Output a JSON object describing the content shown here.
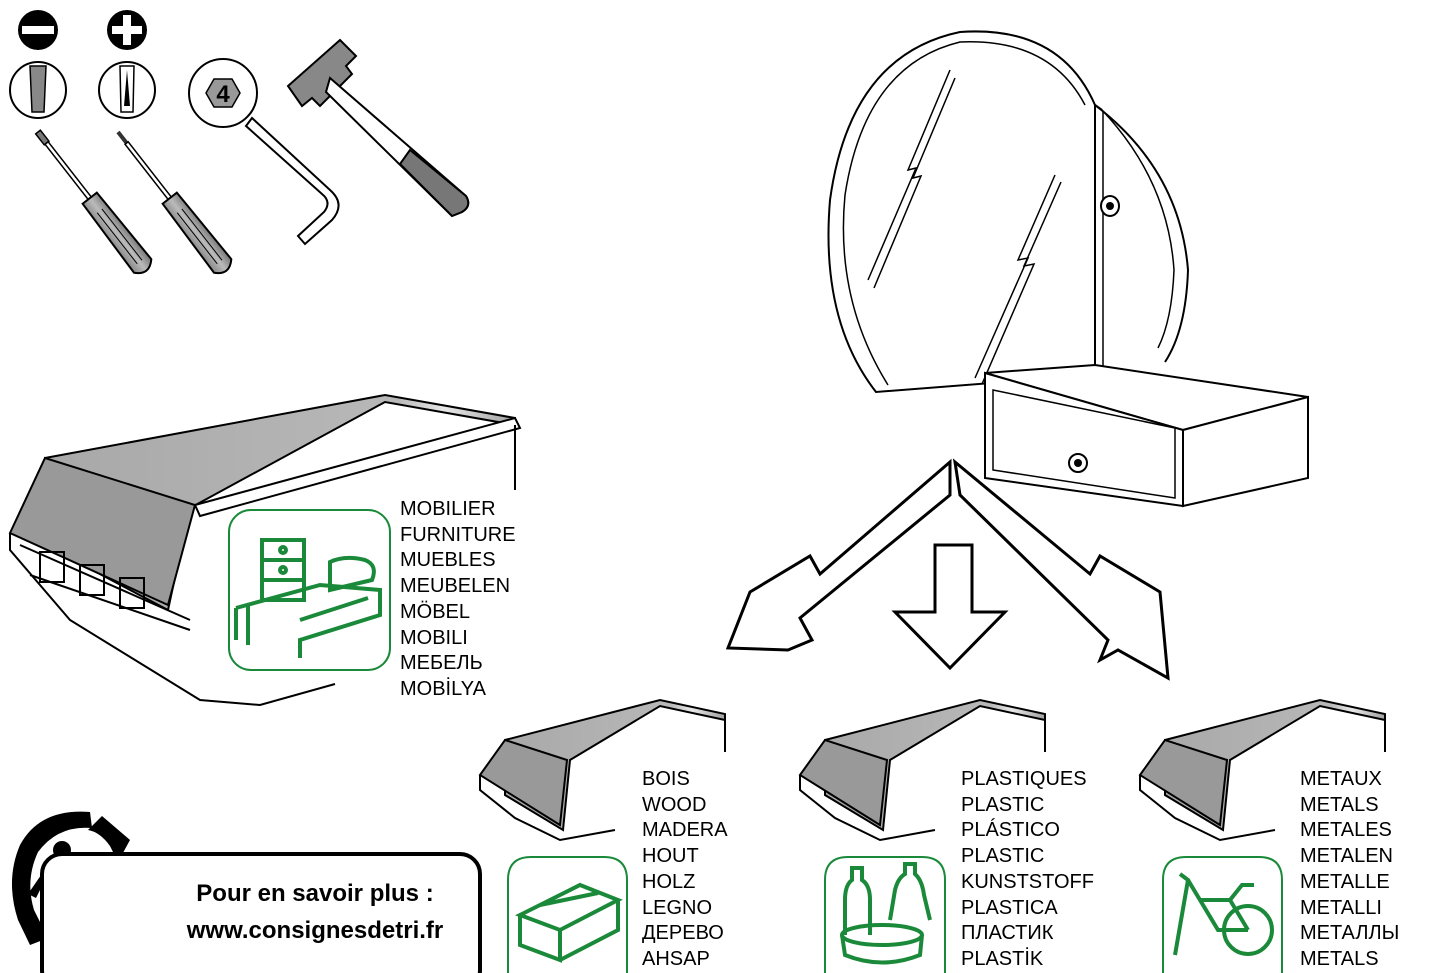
{
  "tools": {
    "screwdriver_flat_sign": "−",
    "screwdriver_phillips_sign": "+",
    "hex_key_size": "4"
  },
  "categories": {
    "furniture": {
      "icon": "furniture-bed-drawers-icon",
      "labels": [
        "MOBILIER",
        "FURNITURE",
        "MUEBLES",
        "MEUBELEN",
        "MÖBEL",
        "MOBILI",
        "МЕБЕЛЬ",
        "MOBİLYA"
      ]
    },
    "wood": {
      "icon": "wood-pallet-icon",
      "labels": [
        "BOIS",
        "WOOD",
        "MADERA",
        "HOUT",
        "HOLZ",
        "LEGNO",
        "ДЕРЕВО",
        "AHSAP"
      ]
    },
    "plastic": {
      "icon": "plastic-bottles-icon",
      "labels": [
        "PLASTIQUES",
        "PLASTIC",
        "PLÁSTICO",
        "PLASTIC",
        "KUNSTSTOFF",
        "PLASTICA",
        "ПЛАСТИК",
        "PLASTİK"
      ]
    },
    "metal": {
      "icon": "metal-bicycle-icon",
      "labels": [
        "METAUX",
        "METALS",
        "METALES",
        "METALEN",
        "METALLE",
        "METALLI",
        "МЕТАЛЛЫ",
        "METALS"
      ]
    }
  },
  "info": {
    "line1": "Pour en savoir plus :",
    "line2": "www.consignesdetri.fr"
  },
  "colors": {
    "ink": "#000000",
    "recycle_green": "#1a8a3a",
    "container_fill": "#9a9a9a"
  }
}
